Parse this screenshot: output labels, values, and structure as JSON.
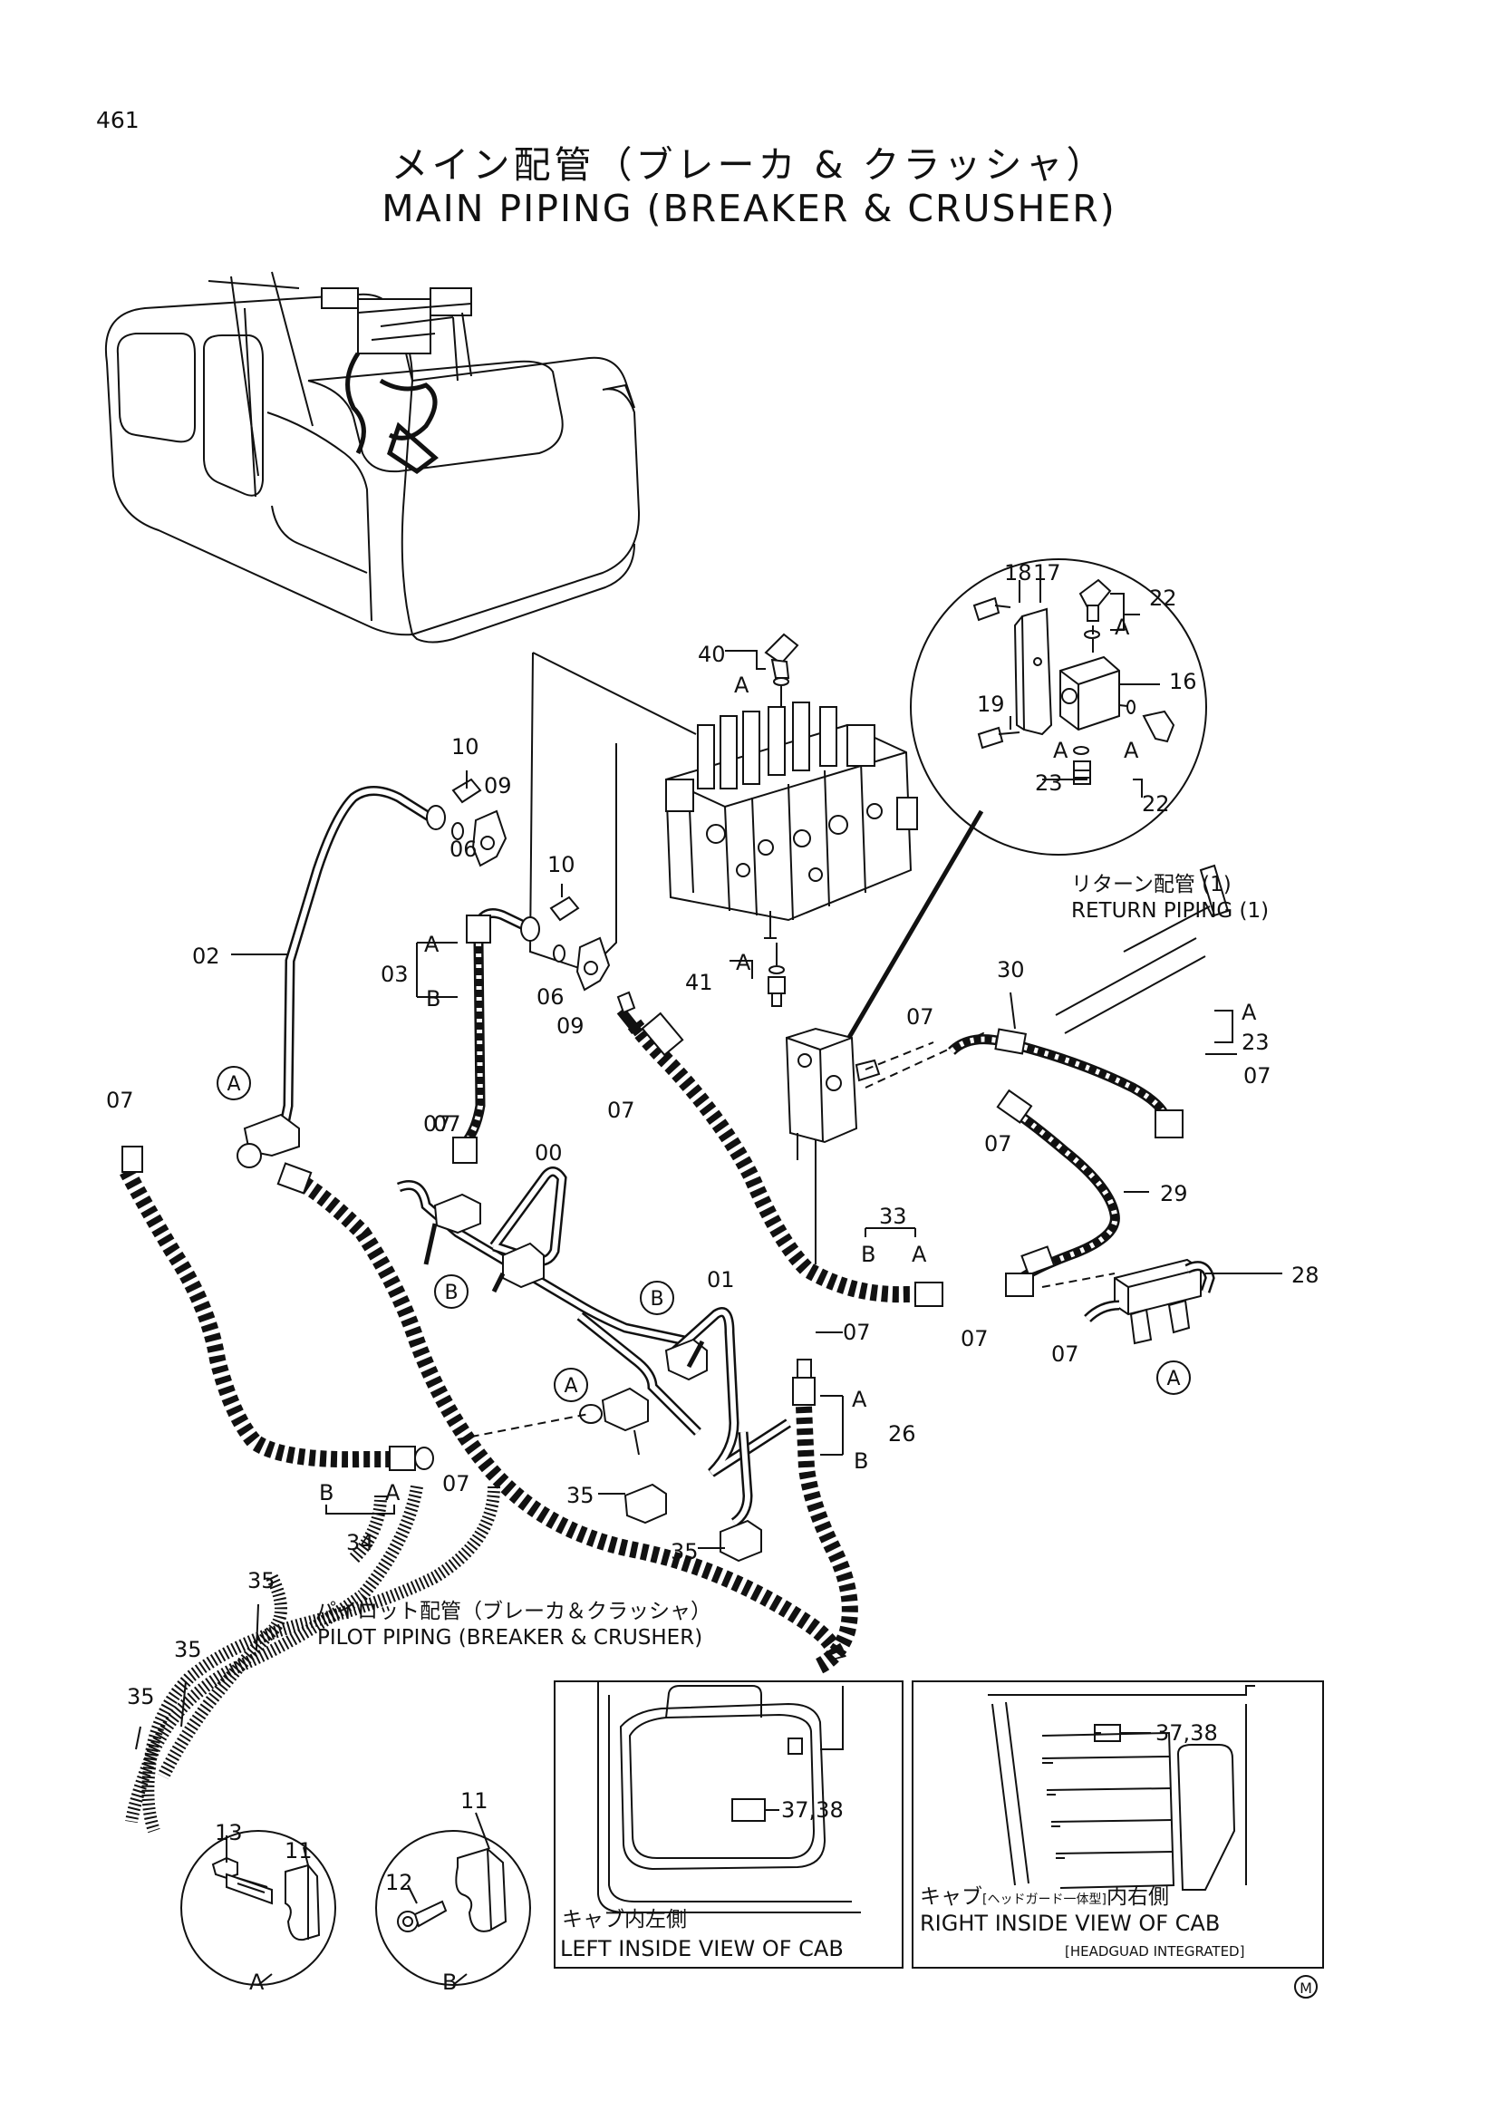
{
  "page_number": "461",
  "title_jp": "メイン配管（ブレーカ & クラッシャ）",
  "title_en": "MAIN PIPING (BREAKER & CRUSHER)",
  "return_piping": {
    "jp": "リターン配管 (1)",
    "en": "RETURN PIPING (1)"
  },
  "pilot_piping": {
    "jp": "パイロット配管（ブレーカ＆クラッシャ）",
    "en": "PILOT PIPING (BREAKER & CRUSHER)"
  },
  "left_cab": {
    "jp": "キャブ内左側",
    "en": "LEFT INSIDE VIEW OF CAB",
    "part": "37,38"
  },
  "right_cab": {
    "jp_a": "キャブ",
    "jp_small": "[ヘッドガード一体型]",
    "jp_b": "内右側",
    "en": "RIGHT INSIDE VIEW OF CAB",
    "en_small": "[HEADGUAD INTEGRATED]",
    "part": "37,38"
  },
  "detail_a_label": "A",
  "detail_b_label": "B",
  "mark": "M",
  "callouts": [
    {
      "t": "18"
    },
    {
      "t": "17"
    },
    {
      "t": "22"
    },
    {
      "t": "A"
    },
    {
      "t": "16"
    },
    {
      "t": "19"
    },
    {
      "t": "A"
    },
    {
      "t": "A"
    },
    {
      "t": "23"
    },
    {
      "t": "22"
    },
    {
      "t": "40"
    },
    {
      "t": "A"
    },
    {
      "t": "10"
    },
    {
      "t": "09"
    },
    {
      "t": "06"
    },
    {
      "t": "10"
    },
    {
      "t": "A"
    },
    {
      "t": "03"
    },
    {
      "t": "B"
    },
    {
      "t": "06"
    },
    {
      "t": "09"
    },
    {
      "t": "A"
    },
    {
      "t": "41"
    },
    {
      "t": "02"
    },
    {
      "t": "07"
    },
    {
      "t": "30"
    },
    {
      "t": "A"
    },
    {
      "t": "23"
    },
    {
      "t": "07"
    },
    {
      "t": "07"
    },
    {
      "t": "07"
    },
    {
      "t": "07"
    },
    {
      "t": "07"
    },
    {
      "t": "07"
    },
    {
      "t": "00"
    },
    {
      "t": "29"
    },
    {
      "t": "33"
    },
    {
      "t": "B"
    },
    {
      "t": "A"
    },
    {
      "t": "28"
    },
    {
      "t": "01"
    },
    {
      "t": "07"
    },
    {
      "t": "07"
    },
    {
      "t": "07"
    },
    {
      "t": "A"
    },
    {
      "t": "26"
    },
    {
      "t": "B"
    },
    {
      "t": "07"
    },
    {
      "t": "B"
    },
    {
      "t": "A"
    },
    {
      "t": "34"
    },
    {
      "t": "35"
    },
    {
      "t": "35"
    },
    {
      "t": "35"
    },
    {
      "t": "35"
    },
    {
      "t": "35"
    },
    {
      "t": "13"
    },
    {
      "t": "11"
    },
    {
      "t": "11"
    },
    {
      "t": "12"
    }
  ],
  "circle_marks": [
    {
      "t": "A"
    },
    {
      "t": "B"
    },
    {
      "t": "B"
    },
    {
      "t": "A"
    },
    {
      "t": "A"
    }
  ]
}
